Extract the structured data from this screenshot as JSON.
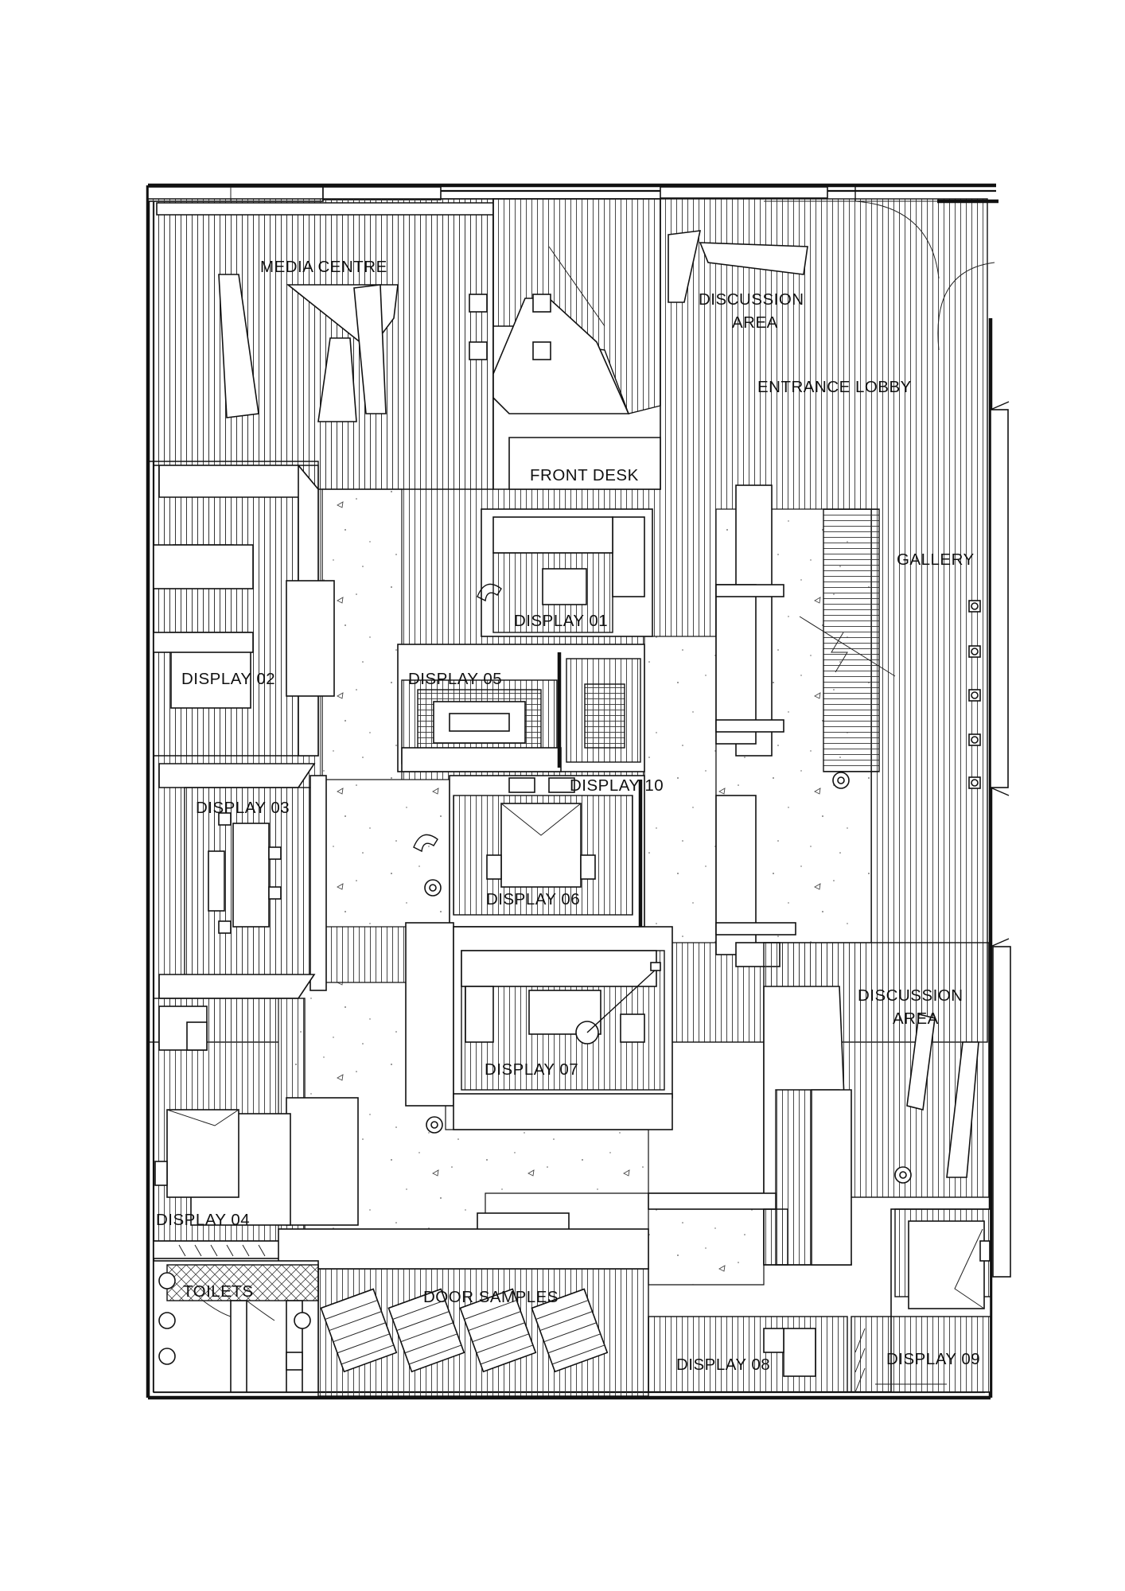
{
  "plan": {
    "labels": {
      "media_centre": "MEDIA CENTRE",
      "discussion_area_top_1": "DISCUSSION",
      "discussion_area_top_2": "AREA",
      "entrance_lobby": "ENTRANCE LOBBY",
      "front_desk": "FRONT DESK",
      "gallery": "GALLERY",
      "display_01": "DISPLAY 01",
      "display_02": "DISPLAY 02",
      "display_03": "DISPLAY 03",
      "display_04": "DISPLAY 04",
      "display_05": "DISPLAY 05",
      "display_06": "DISPLAY 06",
      "display_07": "DISPLAY 07",
      "display_08": "DISPLAY 08",
      "display_09": "DISPLAY 09",
      "display_10": "DISPLAY 10",
      "discussion_area_right_1": "DISCUSSION",
      "discussion_area_right_2": "AREA",
      "toilets": "TOILETS",
      "door_samples": "DOOR SAMPLES"
    }
  }
}
